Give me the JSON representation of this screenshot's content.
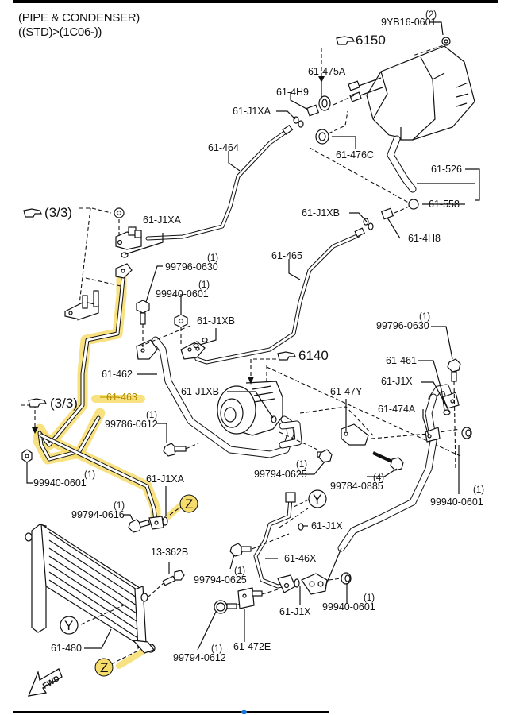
{
  "title": {
    "line1": "(PIPE & CONDENSER)",
    "line2": "((STD)>(1C06-))"
  },
  "highlight_color": "#f6dc6a",
  "references": {
    "ref_6150": "6150",
    "ref_6140": "6140",
    "ref_33_top": "(3/3)",
    "ref_33_mid": "(3/3)"
  },
  "labels": {
    "p_9yb16_0601": "9YB16-0601",
    "q_9yb16_0601": "(2)",
    "p_61_475a": "61-475A",
    "p_61_4h9": "61-4H9",
    "p_61_j1xa_top": "61-J1XA",
    "p_61_476c": "61-476C",
    "p_61_464": "61-464",
    "p_61_526": "61-526",
    "p_61_558": "61-558",
    "p_61_j1xb_right": "61-J1XB",
    "p_61_4h8": "61-4H8",
    "p_61_j1xa_left": "61-J1XA",
    "p_61_465": "61-465",
    "p_99796_0630_a": "99796-0630",
    "q_99796_0630_a": "(1)",
    "p_99940_0601_a": "99940-0601",
    "q_99940_0601_a": "(1)",
    "p_61_j1xb_mid": "61-J1XB",
    "p_61_462": "61-462",
    "p_61_463": "61-463",
    "p_61_j1xb_comp": "61-J1XB",
    "p_99786_0612": "99786-0612",
    "q_99786_0612": "(1)",
    "p_99940_0601_b": "99940-0601",
    "q_99940_0601_b": "(1)",
    "p_61_j1xa_low": "61-J1XA",
    "p_99794_0616": "99794-0616",
    "q_99794_0616": "(1)",
    "p_99794_0625_a": "99794-0625",
    "q_99794_0625_a": "(1)",
    "p_61_47y": "61-47Y",
    "p_99784_0885": "99784-0885",
    "q_99784_0885": "(4)",
    "p_99796_0630_b": "99796-0630",
    "q_99796_0630_b": "(1)",
    "p_61_461": "61-461",
    "p_61_j1x_r": "61-J1X",
    "p_61_474a": "61-474A",
    "p_99940_0601_c": "99940-0601",
    "q_99940_0601_c": "(1)",
    "p_13_362b": "13-362B",
    "p_61_j1x_mid": "61-J1X",
    "p_61_46x": "61-46X",
    "p_99794_0625_b": "99794-0625",
    "q_99794_0625_b": "(1)",
    "p_61_j1x_low": "61-J1X",
    "p_99940_0601_d": "99940-0601",
    "q_99940_0601_d": "(1)",
    "p_61_480": "61-480",
    "p_99794_0612": "99794-0612",
    "q_99794_0612": "(1)",
    "p_61_472e": "61-472E"
  },
  "callouts": {
    "y_top": "Y",
    "y_left": "Y",
    "z_top": "Z",
    "z_bottom": "Z"
  },
  "fwd_label": "FWD"
}
